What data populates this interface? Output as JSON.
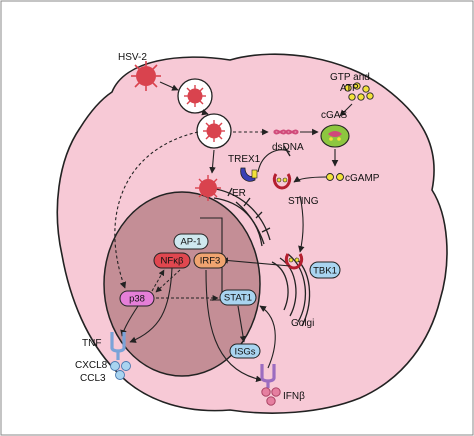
{
  "labels": {
    "hsv2": "HSV-2",
    "gtp_atp": "GTP and",
    "atp": "ATP",
    "cgas": "cGAS",
    "dsdna": "dsDNA",
    "trex1": "TREX1",
    "cgamp": "cGAMP",
    "er": "ER",
    "sting": "STING",
    "ap1": "AP-1",
    "nfkb": "NFκβ",
    "irf3": "IRF3",
    "tbk1": "TBK1",
    "p38": "p38",
    "stat1": "STAT1",
    "golgi": "Golgi",
    "tnf": "TNF",
    "cxcl8": "CXCL8",
    "ccl3": "CCL3",
    "isgs": "ISGs",
    "ifnb": "IFNβ"
  },
  "colors": {
    "cell": "#f7c9d6",
    "cell_border": "#222222",
    "nucleus": "#c48e96",
    "virus": "#d9434e",
    "ap1": "#cfe8ef",
    "nfkb": "#e0474f",
    "irf3": "#f0a470",
    "tbk1": "#a9d4f0",
    "p38": "#e57fd8",
    "stat1": "#a9d4f0",
    "isgs": "#a9d4f0",
    "cgas": "#8dc63f",
    "nucleotide": "#f2e23a",
    "receptor_blue": "#7aa3d8",
    "receptor_purple": "#9b6cc0",
    "sting_red": "#b41f2f"
  }
}
